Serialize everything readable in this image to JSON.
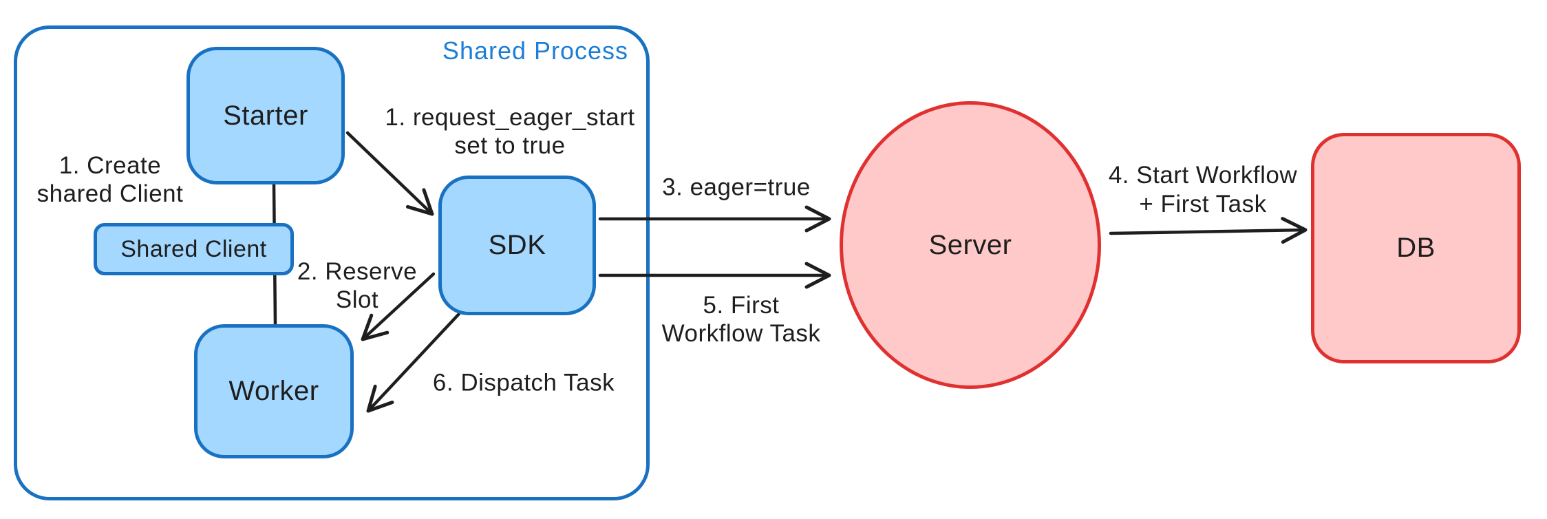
{
  "container": {
    "title": "Shared Process"
  },
  "nodes": {
    "starter": {
      "label": "Starter"
    },
    "shared_client": {
      "label": "Shared Client"
    },
    "worker": {
      "label": "Worker"
    },
    "sdk": {
      "label": "SDK"
    },
    "server": {
      "label": "Server"
    },
    "db": {
      "label": "DB"
    }
  },
  "annotations": {
    "create_shared_client": {
      "line1": "1. Create",
      "line2": "shared Client"
    },
    "request_eager_start": {
      "line1": "1. request_eager_start",
      "line2": "set to true"
    },
    "reserve_slot": {
      "line1": "2. Reserve",
      "line2": "Slot"
    },
    "dispatch_task": {
      "line1": "6. Dispatch Task"
    },
    "eager_true": {
      "line1": "3. eager=true"
    },
    "first_workflow_task": {
      "line1": "5. First",
      "line2": "Workflow Task"
    },
    "start_workflow_first_task": {
      "line1": "4. Start Workflow",
      "line2": "+ First Task"
    }
  },
  "edges": [
    {
      "from": "starter",
      "to": "worker",
      "annotation": ""
    },
    {
      "from": "starter",
      "to": "sdk",
      "annotation": "request_eager_start"
    },
    {
      "from": "sdk",
      "to": "worker",
      "annotation": "reserve_slot"
    },
    {
      "from": "sdk",
      "to": "worker",
      "annotation": "dispatch_task"
    },
    {
      "from": "sdk",
      "to": "server",
      "annotation": "eager_true"
    },
    {
      "from": "sdk",
      "to": "server",
      "annotation": "first_workflow_task"
    },
    {
      "from": "server",
      "to": "db",
      "annotation": "start_workflow_first_task"
    }
  ],
  "colors": {
    "blue_stroke": "#1971c2",
    "blue_fill": "#a5d8ff",
    "red_stroke": "#e03131",
    "red_fill": "#ffc9c9",
    "ink": "#1e1e1e",
    "title_blue": "#1c7ed6",
    "background": "#ffffff"
  }
}
